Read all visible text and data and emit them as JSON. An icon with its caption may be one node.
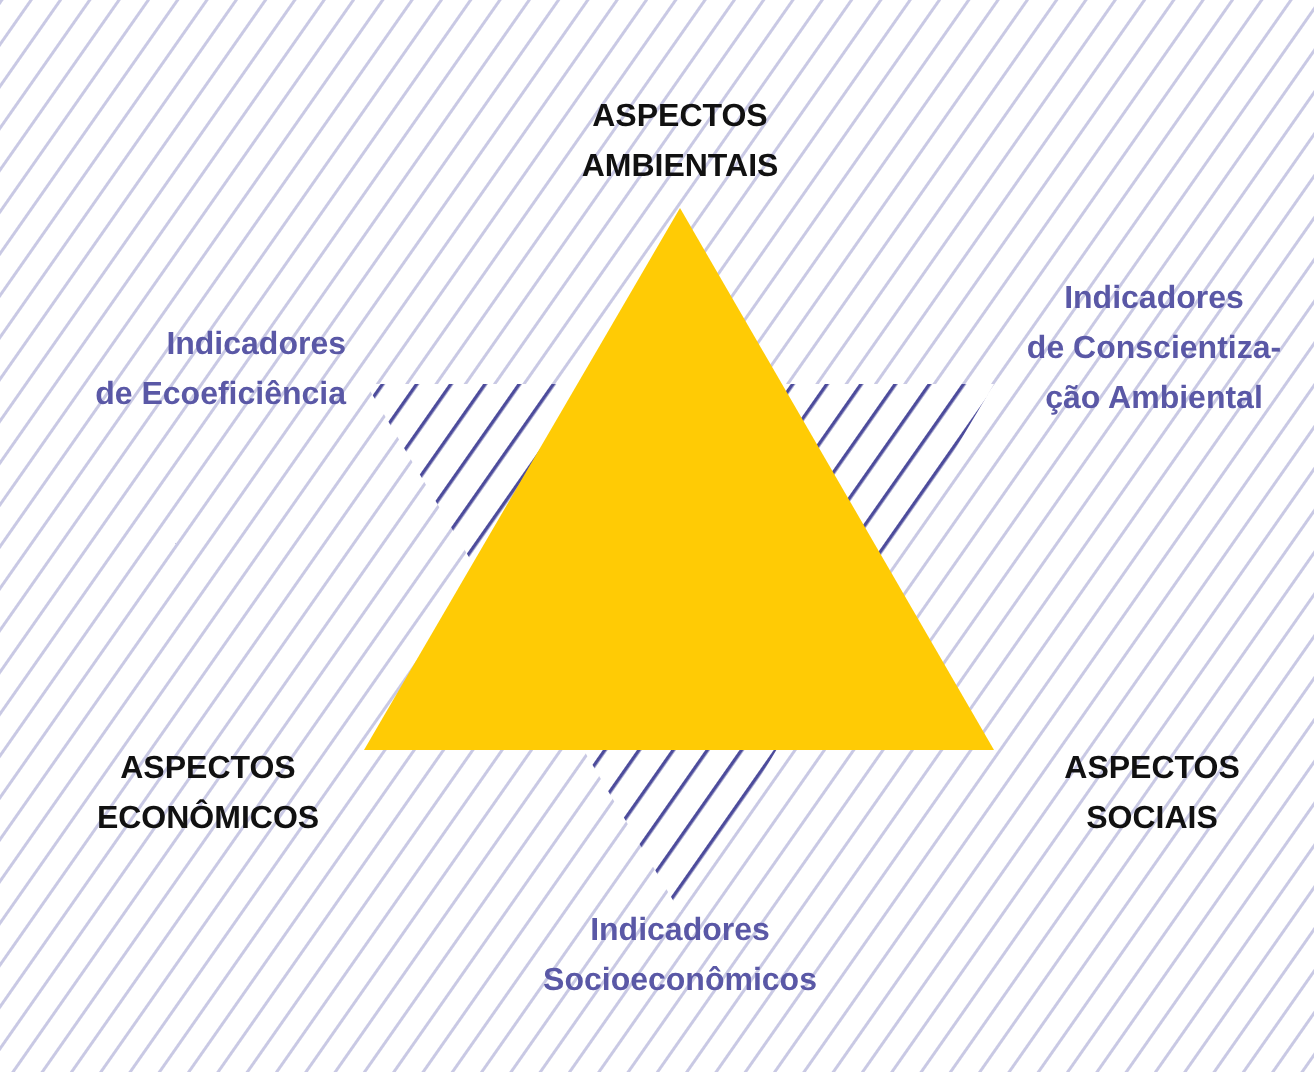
{
  "diagram": {
    "labels": [
      "ASPECTOS AMBIENTAIS",
      "Indicadores de Ecoeficiência",
      "Indicadores de Conscientiza- ção Ambiental",
      "ASPECTOS ECONÔMICOS",
      "ASPECTOS SOCIAIS",
      "Indicadores Socioeconômicos"
    ]
  }
}
